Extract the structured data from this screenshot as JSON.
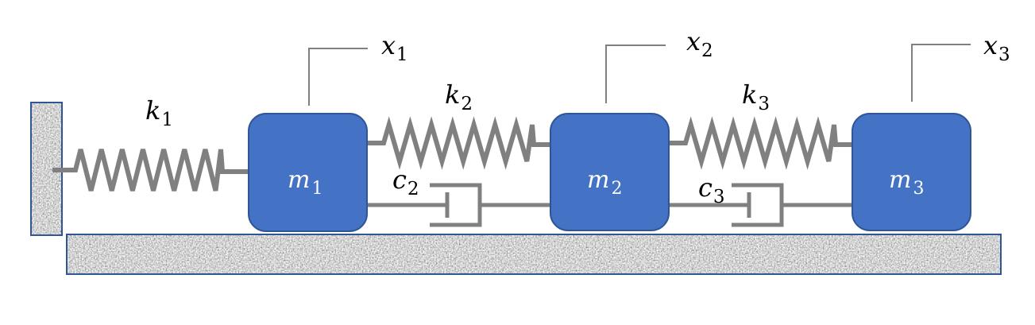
{
  "colors": {
    "mass_fill": "#4472c4",
    "mass_border": "#2f5597",
    "element_stroke": "#808080",
    "ground_border": "#2f5597"
  },
  "masses": [
    {
      "symbol": "m",
      "index": "1"
    },
    {
      "symbol": "m",
      "index": "2"
    },
    {
      "symbol": "m",
      "index": "3"
    }
  ],
  "springs": [
    {
      "symbol": "k",
      "index": "1"
    },
    {
      "symbol": "k",
      "index": "2"
    },
    {
      "symbol": "k",
      "index": "3"
    }
  ],
  "dampers": [
    {
      "symbol": "c",
      "index": "2"
    },
    {
      "symbol": "c",
      "index": "3"
    }
  ],
  "displacements": [
    {
      "symbol": "x",
      "index": "1"
    },
    {
      "symbol": "x",
      "index": "2"
    },
    {
      "symbol": "x",
      "index": "3"
    }
  ]
}
